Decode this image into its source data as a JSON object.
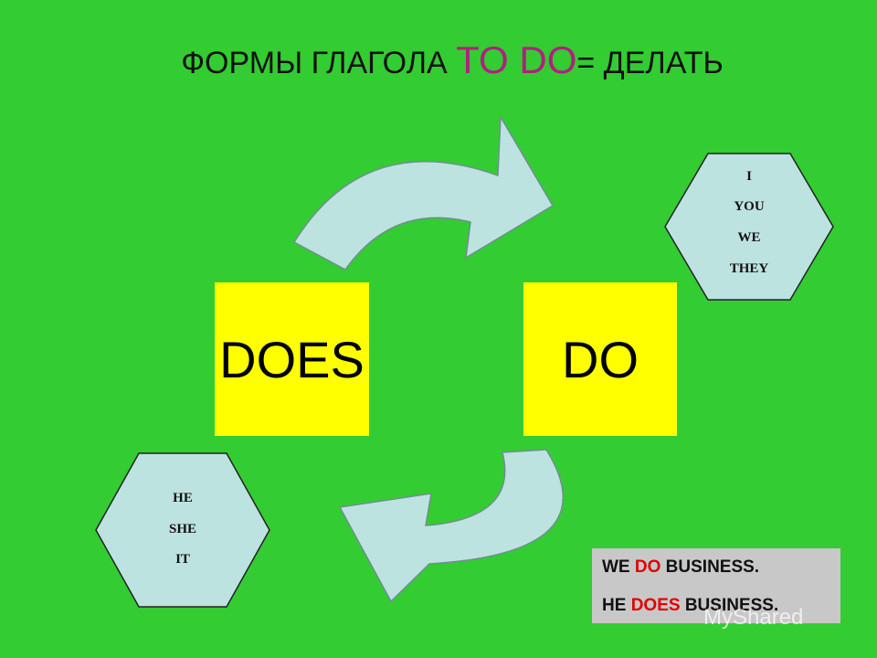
{
  "title": {
    "prefix": "ФОРМЫ ГЛАГОЛА ",
    "accent": "TO DO",
    "suffix": "= ДЕЛАТЬ"
  },
  "boxes": {
    "does": "DOES",
    "do": "DO"
  },
  "pronouns_do": [
    "I",
    "YOU",
    "WE",
    "THEY"
  ],
  "pronouns_does": [
    "HE",
    "SHE",
    "IT"
  ],
  "examples": {
    "line1": {
      "before": "WE ",
      "verb": "DO",
      "after": " BUSINESS."
    },
    "line2": {
      "before": "HE ",
      "verb": "DOES",
      "after": " BUSINESS."
    }
  },
  "watermark": "MyShared",
  "colors": {
    "background": "#33cc33",
    "box_fill": "#ffff00",
    "arrow_fill": "#bde3e0",
    "title_accent": "#b0207f",
    "example_verb": "#e00000",
    "example_bg": "#c8c8c8"
  },
  "icons": [
    "curved-arrow-icon",
    "curved-arrow-icon",
    "hexagon-shape",
    "hexagon-shape"
  ]
}
